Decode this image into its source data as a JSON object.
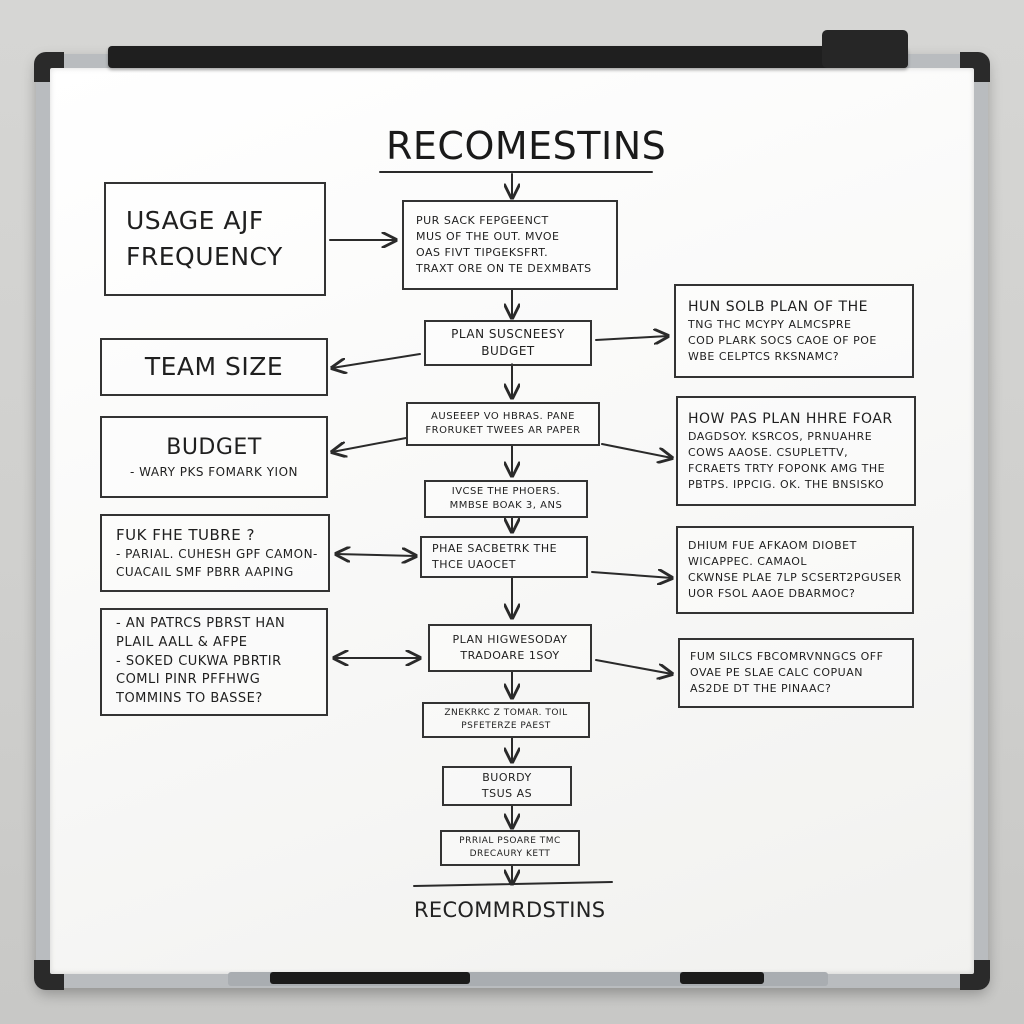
{
  "title": "RECOMESTINS",
  "footer_title": "RECOMMRDSTINS",
  "left_boxes": [
    {
      "lines": [
        "USAGE AJF",
        "FREQUENCY"
      ]
    },
    {
      "lines": [
        "TEAM SIZE"
      ]
    },
    {
      "lines": [
        "BUDGET",
        "- WARY PKS FOMARK YION"
      ]
    },
    {
      "lines": [
        "FUK FHE TUBRE ?",
        "- PARIAL. CUHESH GPF CAMON-",
        "CUACAIL SMF PBRR AAPING"
      ]
    },
    {
      "lines": [
        "- AN PATRCS PBRST HAN",
        "PLAIL AALL & AFPE",
        "- SOKED CUKWA PBRTIR",
        "COMLI PINR PFFHWG",
        "TOMMINS TO BASSE?"
      ]
    }
  ],
  "center_boxes": [
    {
      "lines": [
        "PUR SACK FEPGEENCT",
        "MUS OF THE OUT. MVOE",
        "OAS FIVT TIPGEKSFRT.",
        "TRAXT ORE ON TE DEXMBATS"
      ]
    },
    {
      "lines": [
        "PLAN SUSCNEESY",
        "BUDGET"
      ]
    },
    {
      "lines": [
        "AUSEEEP VO HBRAS. PANE",
        "FRORUKET TWEES AR PAPER"
      ]
    },
    {
      "lines": [
        "IVCSE THE PHOERS.",
        "MMBSE BOAK 3, ANS"
      ]
    },
    {
      "lines": [
        "PHAE SACBETRK THE",
        "THCE UAOCET"
      ]
    },
    {
      "lines": [
        "PLAN HIGWESODAY",
        "TRADOARE 1SOY"
      ]
    },
    {
      "lines": [
        "ZNEKRKC Z TOMAR. TOIL",
        "PSFETERZE PAEST"
      ]
    },
    {
      "lines": [
        "BUORDY",
        "TSUS AS"
      ]
    },
    {
      "lines": [
        "PRRIAL PSOARE TMC",
        "DRECAURY KETT"
      ]
    }
  ],
  "right_boxes": [
    {
      "lines": [
        "HUN SOLB PLAN OF THE",
        "TNG THC MCYPY ALMCSPRE",
        "COD PLARK SOCS CAOE OF POE",
        "WBE CELPTCS RKSNAMC?"
      ]
    },
    {
      "lines": [
        "HOW PAS PLAN HHRE FOAR",
        "DAGDSOY. KSRCOS, PRNUAHRE",
        "COWS AAOSE. CSUPLETTV,",
        "FCRAETS TRTY FOPONK AMG THE",
        "PBTPS. IPPCIG. OK. THE BNSISKO"
      ]
    },
    {
      "lines": [
        "DHIUM FUE AFKAOM DIOBET",
        "WICAPPEC. CAMAOL",
        "CKWNSE PLAE 7LP SCSERT2PGUSER",
        "UOR FSOL AAOE DBARMOC?"
      ]
    },
    {
      "lines": [
        "FUM SILCS FBCOMRVNNGCS OFF",
        "OVAE PE SLAE CALC COPUAN",
        "AS2DE DT THE PINAAC?"
      ]
    }
  ],
  "colors": {
    "ink": "#1f1f1f",
    "frame": "#b9bcbf",
    "surface": "#fafaf9",
    "rail": "#1f1f1f"
  }
}
